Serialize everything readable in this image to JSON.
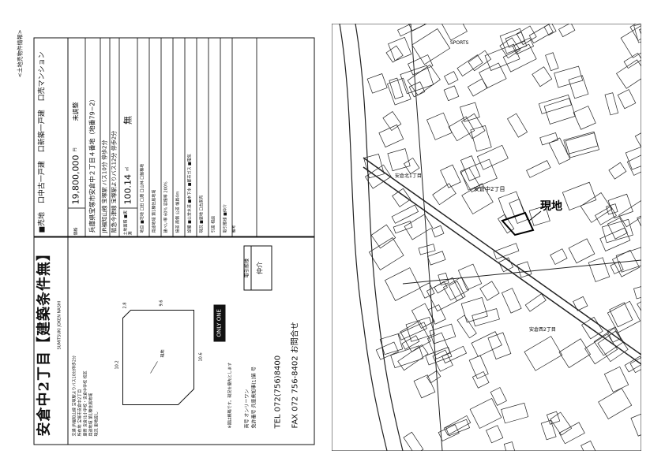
{
  "flyer": {
    "header_note": "<土地売物件情報>",
    "title": "安倉中2丁目【建築条件無】",
    "subtitle": "SUMITSUKI JOKEN NASHI",
    "info_lines": [
      "交通 JR福知山線 宝塚駅よりバス10分停歩2分",
      "所在地 宝塚市安倉中2丁目",
      "最寄 安倉北小学校・安倉中学校 校区",
      "用途地域 第1種住居地域",
      "現況 更地渡し"
    ],
    "kinds": [
      "■売地",
      "口中古一戸建",
      "口新築一戸建",
      "口売マンション"
    ],
    "table": {
      "price_label": "価格",
      "price": "19,800,000",
      "price_unit": "円",
      "price_note": "未調整",
      "address": "兵庫県宝塚市安倉中２丁目４番地（地番79−2）",
      "transport1": "JR福知山線 宝塚駅 バス10分 停歩2分",
      "transport2": "阪急今津線 宝塚駅よりバス12分 停歩2分",
      "area_label": "土地面積 ■実測",
      "area": "100.14",
      "area_unit": "㎡",
      "setback": "無",
      "rows": [
        "地目 ■宅地 口田 口畑 口山林 口雑種地",
        "用途地域 第1種住居地域",
        "建ぺい率 60% 容積率 200%",
        "接道 南側 公道 幅員4m",
        "設備 ■公営水道 ■本下水 ■都市ガス ■電気",
        "現況 ■更地 口古家有",
        "引渡 相談",
        "取引態様 ■仲介",
        "備考"
      ]
    },
    "plan_labels": [
      "2.8",
      "9.6",
      "10.2",
      "10.6",
      "現地"
    ],
    "contact": {
      "only_one": "ONLY ONE",
      "note": "※図は概略です。現況を優先とします",
      "company": "商号 オンリーワン",
      "license": "免許番号 兵庫県知事(1)第 号",
      "stamp_title": "取引態様",
      "stamp_value": "仲介",
      "tel": "TEL 072(756)8400",
      "fax": "FAX 072 756-8402 お問合せ"
    }
  },
  "map": {
    "site_label": "現地",
    "district_label": "安倉中2丁目",
    "labels": [
      "SPORTS",
      "安倉北1丁目",
      "安倉西2丁目"
    ]
  }
}
